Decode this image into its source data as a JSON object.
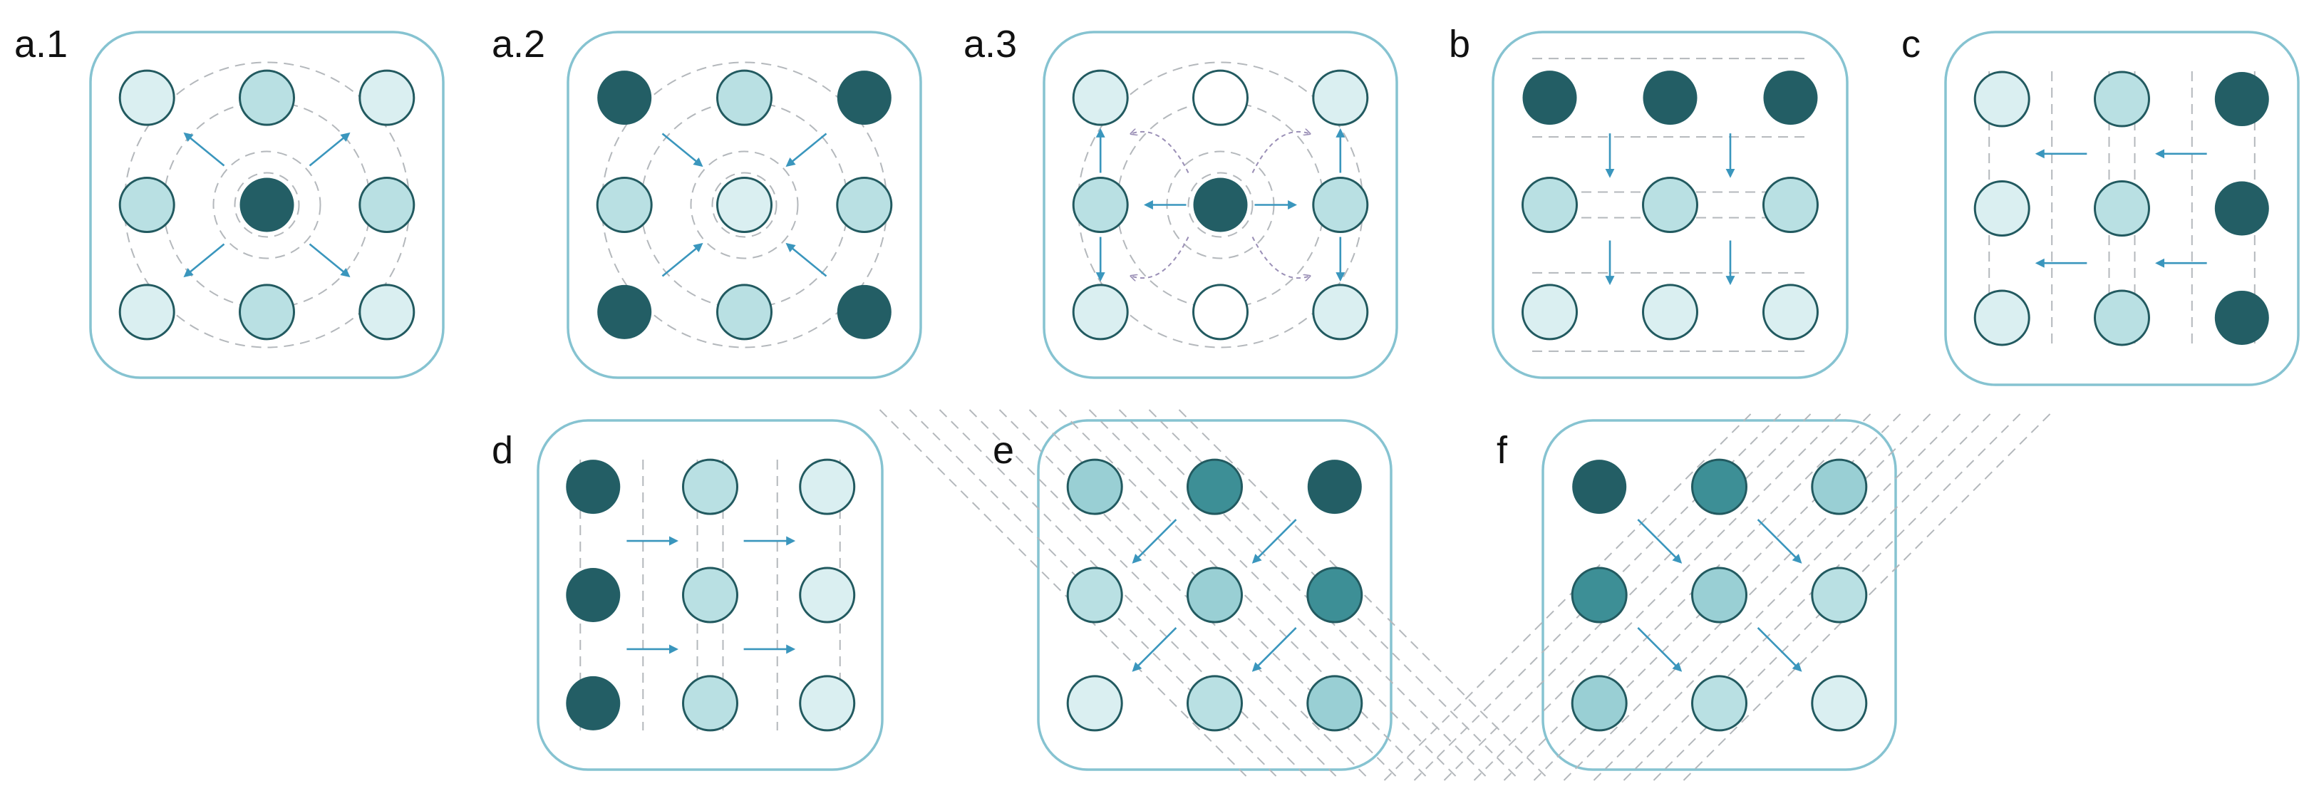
{
  "colors": {
    "dark": "#235e65",
    "teal": "#3d8f96",
    "mid": "#99cfd4",
    "light": "#b9e0e3",
    "pale": "#daeff1",
    "white": "#ffffff",
    "stroke": "#225a60",
    "box": "#86c3d1",
    "arrow": "#3a96bd",
    "guide": "#b4b8bc",
    "curved": "#9a8fb6"
  },
  "panels": [
    {
      "id": "a1",
      "label": "a.1",
      "guide": "rings",
      "dots": [
        "pale",
        "light",
        "pale",
        "light",
        "dark",
        "light",
        "pale",
        "light",
        "pale"
      ],
      "arrows": "radial-out"
    },
    {
      "id": "a2",
      "label": "a.2",
      "guide": "rings",
      "dots": [
        "dark",
        "light",
        "dark",
        "light",
        "pale",
        "light",
        "dark",
        "light",
        "dark"
      ],
      "arrows": "radial-in"
    },
    {
      "id": "a3",
      "label": "a.3",
      "guide": "rings",
      "dots": [
        "pale",
        "white",
        "pale",
        "light",
        "dark",
        "light",
        "pale",
        "white",
        "pale"
      ],
      "arrows": "split"
    },
    {
      "id": "b",
      "label": "b",
      "guide": "horizontal",
      "dots": [
        "dark",
        "dark",
        "dark",
        "light",
        "light",
        "light",
        "pale",
        "pale",
        "pale"
      ],
      "arrows": "down"
    },
    {
      "id": "c",
      "label": "c",
      "guide": "vertical",
      "dots": [
        "pale",
        "light",
        "dark",
        "pale",
        "light",
        "dark",
        "pale",
        "light",
        "dark"
      ],
      "arrows": "left"
    },
    {
      "id": "d",
      "label": "d",
      "guide": "vertical",
      "dots": [
        "dark",
        "light",
        "pale",
        "dark",
        "light",
        "pale",
        "dark",
        "light",
        "pale"
      ],
      "arrows": "right"
    },
    {
      "id": "e",
      "label": "e",
      "guide": "diagonal-anti",
      "dots": [
        "mid",
        "teal",
        "dark",
        "light",
        "mid",
        "teal",
        "pale",
        "light",
        "mid"
      ],
      "arrows": "down-left"
    },
    {
      "id": "f",
      "label": "f",
      "guide": "diagonal-main",
      "dots": [
        "dark",
        "teal",
        "mid",
        "teal",
        "mid",
        "light",
        "mid",
        "light",
        "pale"
      ],
      "arrows": "down-right"
    }
  ]
}
